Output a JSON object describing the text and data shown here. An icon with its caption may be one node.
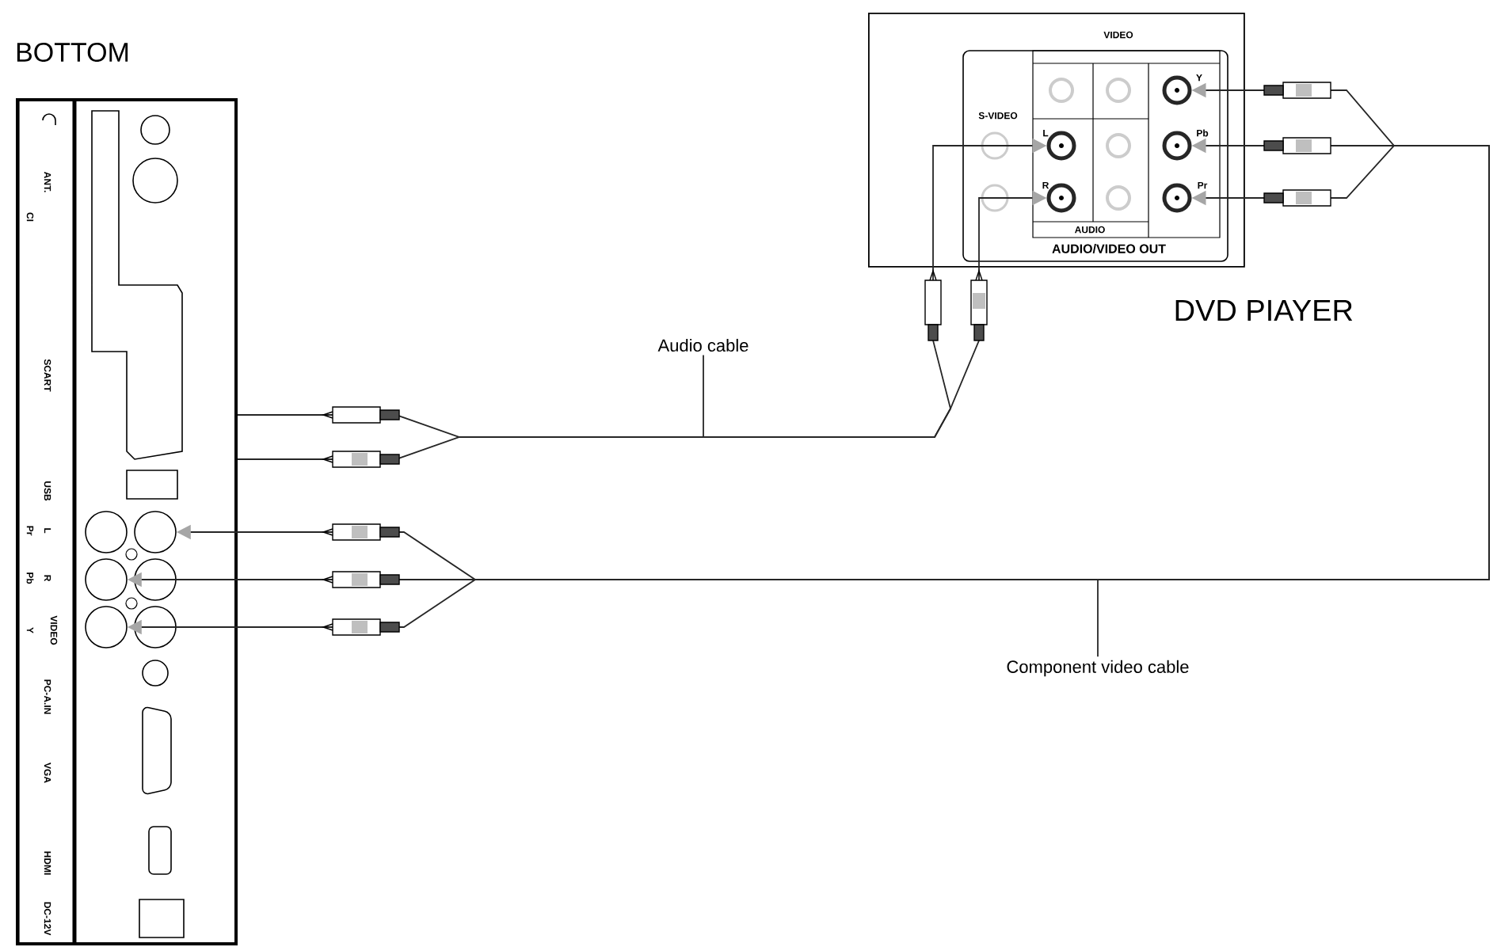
{
  "diagram": {
    "nodes": [
      {
        "text": [
          "BOTTOM"
        ]
      },
      {
        "text": [
          "DVD PIAYER"
        ]
      },
      {
        "text": [
          "Audio cable"
        ]
      },
      {
        "text": [
          "Component video cable"
        ]
      },
      {
        "text": [],
        "shape": "circle",
        "in": 0
      },
      {
        "text": [],
        "shape": "circle",
        "in": 0
      },
      {
        "text": [],
        "shape": "circle",
        "in": 0
      },
      {
        "text": [],
        "shape": "circle",
        "in": 1
      },
      {
        "text": [],
        "shape": "circle",
        "in": 1
      },
      {
        "text": [],
        "shape": "circle",
        "in": 1
      },
      {
        "text": [],
        "shape": "circle",
        "in": 1
      },
      {
        "text": [],
        "shape": "circle",
        "in": 1
      }
    ],
    "edges": [
      {
        "from": 0,
        "to": 7,
        "arrow": "to"
      },
      {
        "from": 0,
        "to": 8,
        "arrow": "to"
      },
      {
        "from": 9,
        "to": 6,
        "arrow": "both"
      },
      {
        "from": 10,
        "to": 5,
        "arrow": "both"
      },
      {
        "from": 11,
        "to": 4,
        "arrow": "both"
      },
      {
        "from": 2,
        "to": null,
        "arrow": "none"
      },
      {
        "from": 3,
        "to": null,
        "arrow": "none"
      }
    ],
    "labels": [
      "ANT.",
      "CI",
      "SCART",
      "USB",
      "L",
      "Pr",
      "R",
      "Pb",
      "VIDEO",
      "Y",
      "PC-A.IN",
      "VGA",
      "HDMI",
      "DC-12V",
      "VIDEO",
      "S-VIDEO",
      "L",
      "Y",
      "Pb",
      "R",
      "Pr",
      "AUDIO",
      "AUDIO/VIDEO OUT"
    ]
  }
}
